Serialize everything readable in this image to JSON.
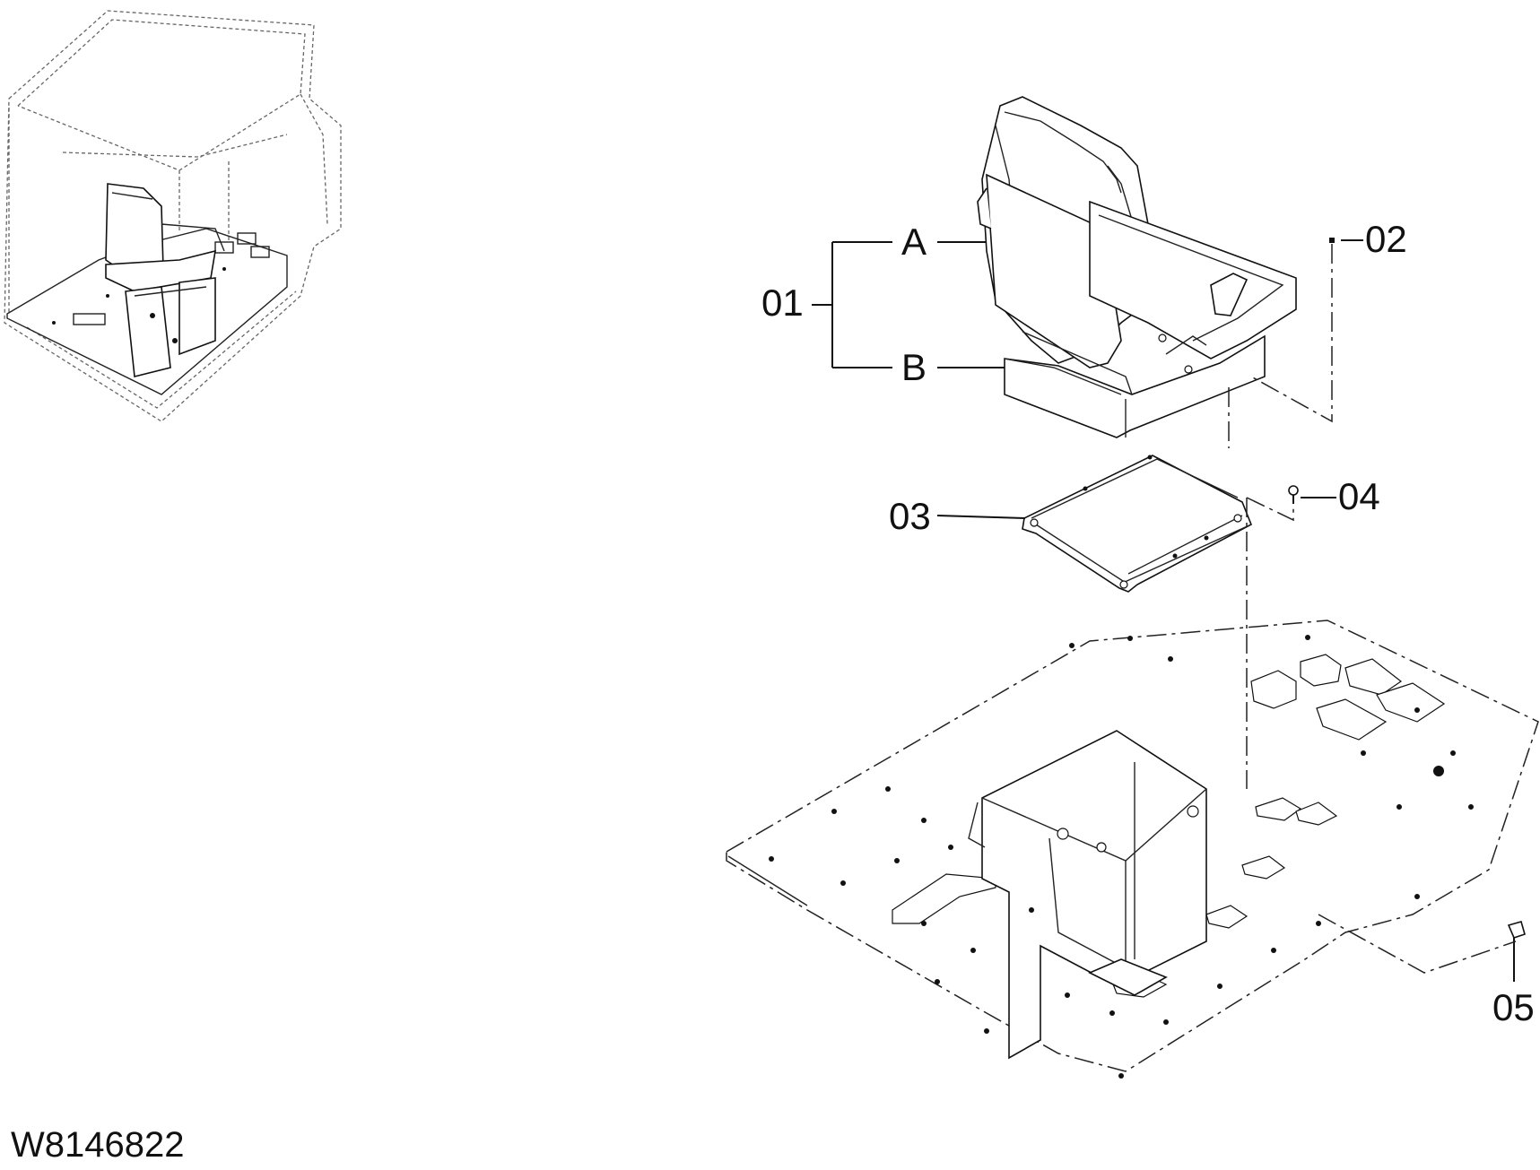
{
  "diagram": {
    "doc_id": "W8146822",
    "callouts": {
      "c01": "01",
      "c02": "02",
      "c03": "03",
      "c04": "04",
      "c05": "05",
      "cA": "A",
      "cB": "B"
    }
  }
}
